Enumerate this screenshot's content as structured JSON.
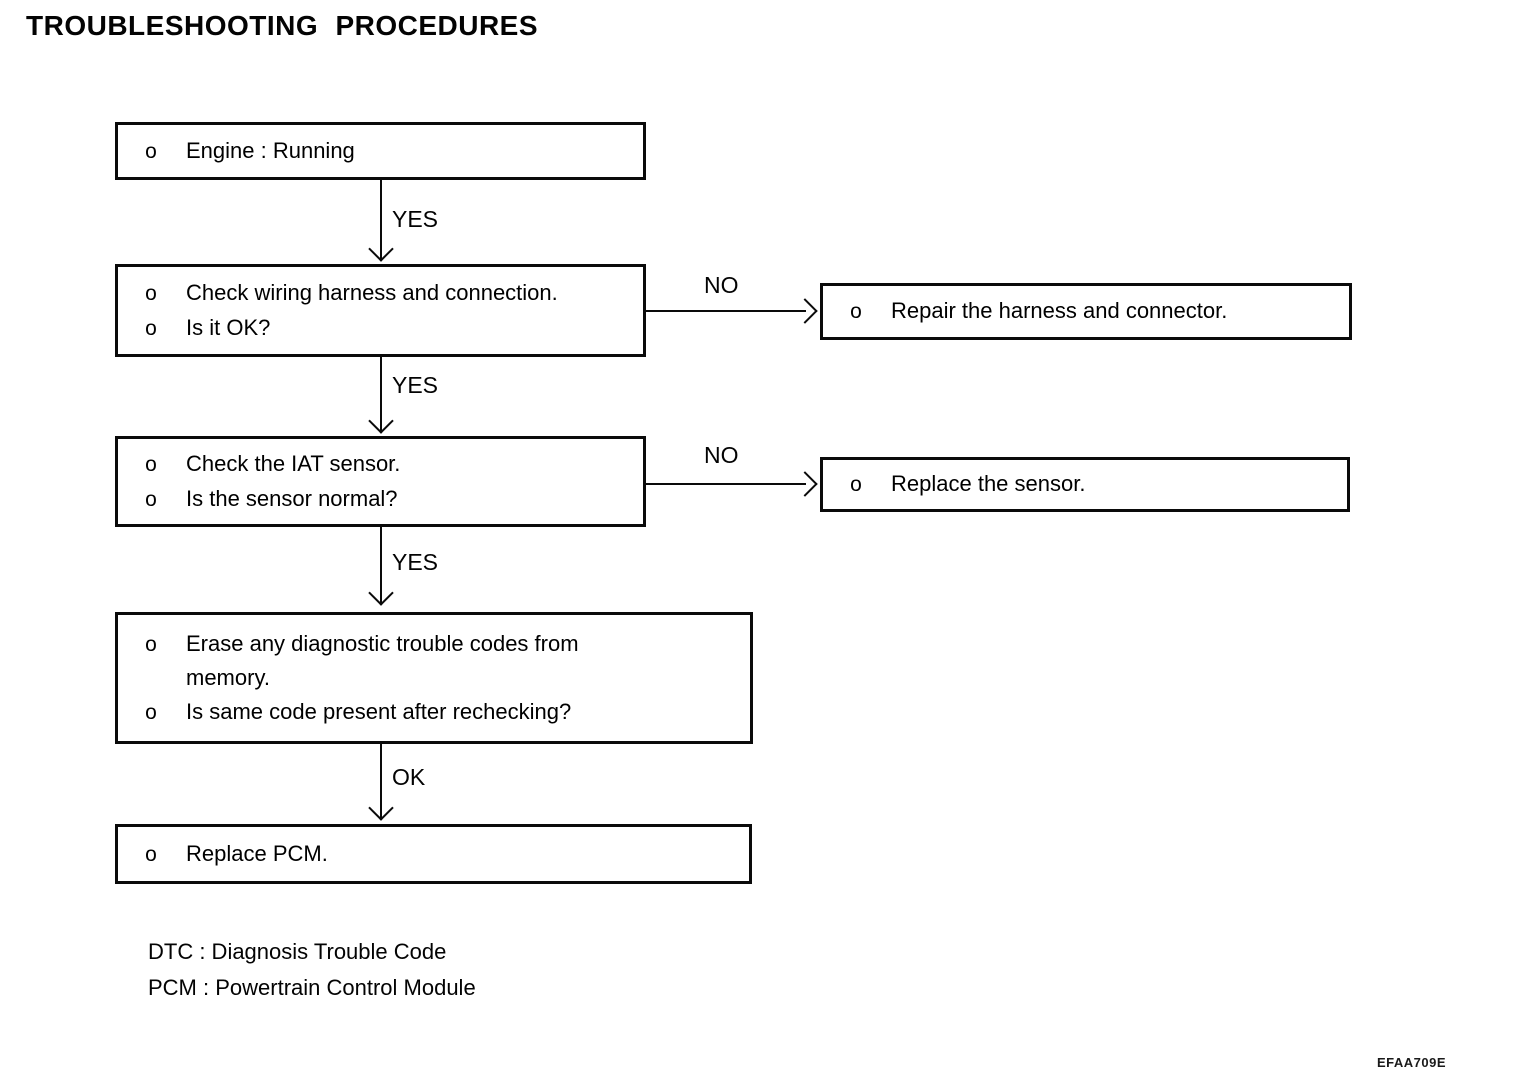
{
  "title": "TROUBLESHOOTING PROCEDURES",
  "bullet_char": "o",
  "flowchart": {
    "main_steps": [
      {
        "lines": [
          "Engine : Running"
        ]
      },
      {
        "lines": [
          "Check wiring harness and connection.",
          "Is it OK?"
        ]
      },
      {
        "lines": [
          "Check the IAT sensor.",
          "Is the sensor normal?"
        ]
      },
      {
        "lines": [
          "Erase any diagnostic trouble codes from memory.",
          "Is same code present after rechecking?"
        ]
      },
      {
        "lines": [
          "Replace PCM."
        ]
      }
    ],
    "side_steps": [
      {
        "lines": [
          "Repair the harness and connector."
        ]
      },
      {
        "lines": [
          "Replace the sensor."
        ]
      }
    ],
    "connectors": {
      "yes_1": "YES",
      "yes_2": "YES",
      "yes_3": "YES",
      "ok": "OK",
      "no_1": "NO",
      "no_2": "NO"
    }
  },
  "legend": {
    "line_1": "DTC : Diagnosis Trouble Code",
    "line_2": "PCM : Powertrain Control Module"
  },
  "figure_code": "EFAA709E",
  "colors": {
    "ink": "#0a0a0a",
    "paper": "#ffffff"
  }
}
